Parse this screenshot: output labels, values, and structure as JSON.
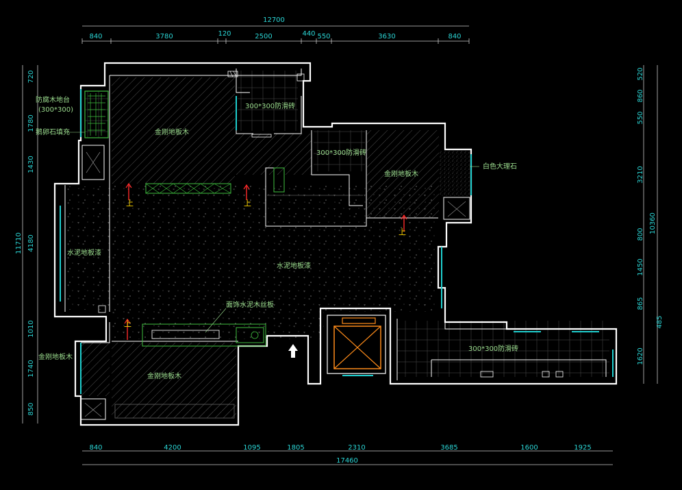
{
  "dimensions": {
    "top_total": "12700",
    "top": [
      "840",
      "3780",
      "120",
      "2500",
      "440",
      "550",
      "3630",
      "840"
    ],
    "bottom": [
      "840",
      "4200",
      "1095",
      "1805",
      "2310",
      "3685",
      "1600",
      "1925"
    ],
    "bottom_total": "17460",
    "left_total": "11710",
    "left": [
      "720",
      "1780",
      "1430",
      "4180",
      "1010",
      "1740",
      "850"
    ],
    "right": [
      "520",
      "860",
      "550",
      "3210",
      "800",
      "1450",
      "865",
      "1620"
    ],
    "right_total_a": "10360",
    "right_total_b": "485"
  },
  "labels": {
    "deck": "防腐木地台",
    "deck_size": "(300*300)",
    "pebble_fill": "鹅卵石填充",
    "tile_top": "300*300防滑砖",
    "wood_main": "金刚地板木",
    "tile_mid": "300*300防滑砖",
    "wood_right": "金刚地板木",
    "marble": "白色大理石",
    "cement_left": "水泥地板漆",
    "cement_center": "水泥地板漆",
    "cement_board": "面饰水泥木丝板",
    "wood_bottom_left": "金刚地板木",
    "wood_bottom": "金刚地板木",
    "tile_bottom_right": "300*300防滑砖",
    "up1": "上",
    "up2": "上",
    "up3": "上",
    "up4": "上"
  },
  "colors": {
    "wall": "#ffffff",
    "dimension_text": "#2bd6d6",
    "label_text": "#9bdc8e",
    "window": "#1fd0d0",
    "elevator": "#ff8c1a",
    "arrow": "#ff2a2a"
  }
}
